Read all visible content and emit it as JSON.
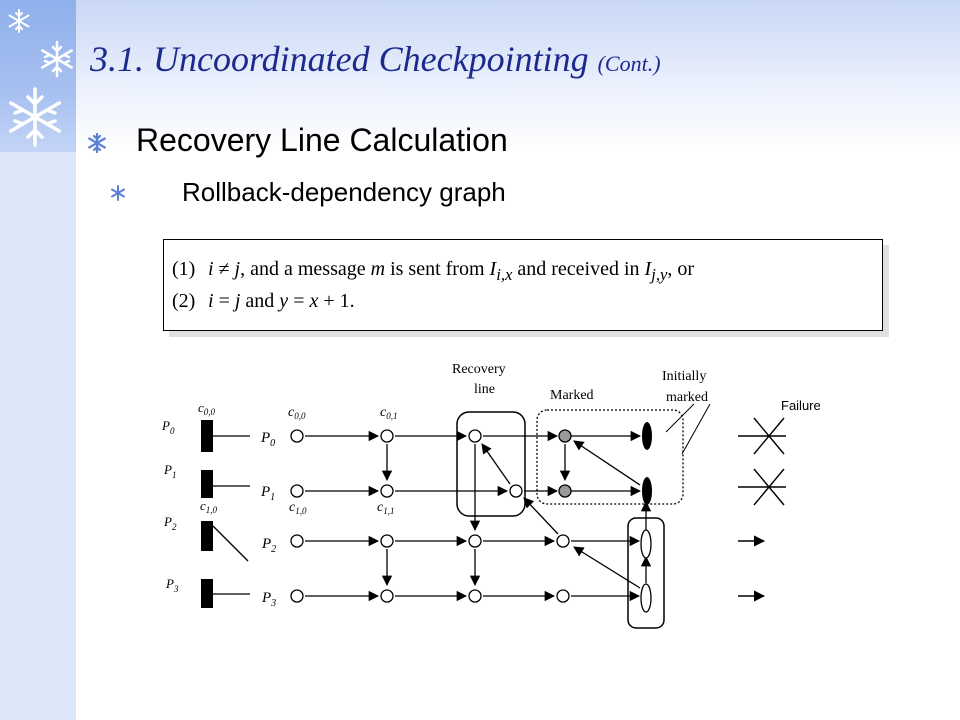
{
  "title": "3.1. Uncoordinated Checkpointing",
  "title_suffix": "(Cont.)",
  "bullets": {
    "level1": "Recovery Line Calculation",
    "level2": "Rollback-dependency graph"
  },
  "rules": {
    "r1_num": "(1)",
    "r1_a": "i",
    "r1_neq": " ≠ ",
    "r1_b": "j",
    "r1_mid": ", and a message ",
    "r1_m": "m",
    "r1_mid2": " is sent from ",
    "r1_I1": "I",
    "r1_I1_sub": "i,x",
    "r1_mid3": " and received in ",
    "r1_I2": "I",
    "r1_I2_sub": "j,y",
    "r1_end": ", or",
    "r2_num": "(2)",
    "r2_a": "i",
    "r2_eq": " = ",
    "r2_b": "j",
    "r2_and": " and ",
    "r2_y": "y",
    "r2_eq2": " = ",
    "r2_x": "x",
    "r2_end": " + 1."
  },
  "diagram": {
    "processes": [
      "P",
      "P",
      "P",
      "P"
    ],
    "process_subs": [
      "0",
      "1",
      "2",
      "3"
    ],
    "checkpoint_labels": [
      {
        "main": "c",
        "sub": "0,0"
      },
      {
        "main": "c",
        "sub": "1,0"
      },
      {
        "main": "c",
        "sub": "0,0"
      },
      {
        "main": "c",
        "sub": "0,1"
      },
      {
        "main": "c",
        "sub": "1,0"
      },
      {
        "main": "c",
        "sub": "1,1"
      }
    ],
    "annotations": {
      "recovery_line_1": "Recovery",
      "recovery_line_2": "line",
      "marked": "Marked",
      "initially_1": "Initially",
      "initially_2": "marked",
      "failure": "Failure"
    },
    "colors": {
      "marked_fill": "#9a9a9a",
      "title_color": "#1b2a8c",
      "line": "#000000"
    }
  }
}
